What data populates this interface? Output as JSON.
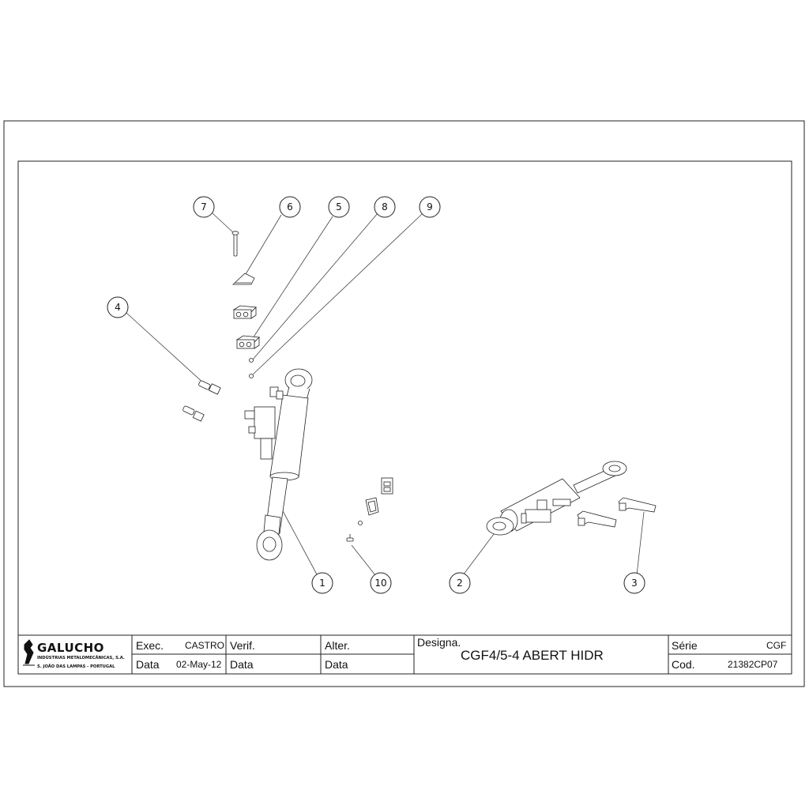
{
  "balloons": [
    {
      "id": "b7",
      "label": "7"
    },
    {
      "id": "b6",
      "label": "6"
    },
    {
      "id": "b5",
      "label": "5"
    },
    {
      "id": "b8",
      "label": "8"
    },
    {
      "id": "b9",
      "label": "9"
    },
    {
      "id": "b4",
      "label": "4"
    },
    {
      "id": "b1",
      "label": "1"
    },
    {
      "id": "b10",
      "label": "10"
    },
    {
      "id": "b2",
      "label": "2"
    },
    {
      "id": "b3",
      "label": "3"
    }
  ],
  "company": {
    "name": "GALUCHO",
    "line1": "INDÚSTRIAS METALOMECÂNICAS, S.A.",
    "line2": "S. JOÃO DAS LAMPAS - PORTUGAL"
  },
  "title_block": {
    "exec_label": "Exec.",
    "exec_value": "CASTRO",
    "data_label": "Data",
    "data_value": "02-May-12",
    "verif_label": "Verif.",
    "verif_data_label": "Data",
    "alter_label": "Alter.",
    "alter_data_label": "Data",
    "designa_label": "Designa.",
    "designa_value": "CGF4/5-4 ABERT HIDR",
    "serie_label": "Série",
    "serie_value": "CGF",
    "cod_label": "Cod.",
    "cod_value": "21382CP07"
  }
}
